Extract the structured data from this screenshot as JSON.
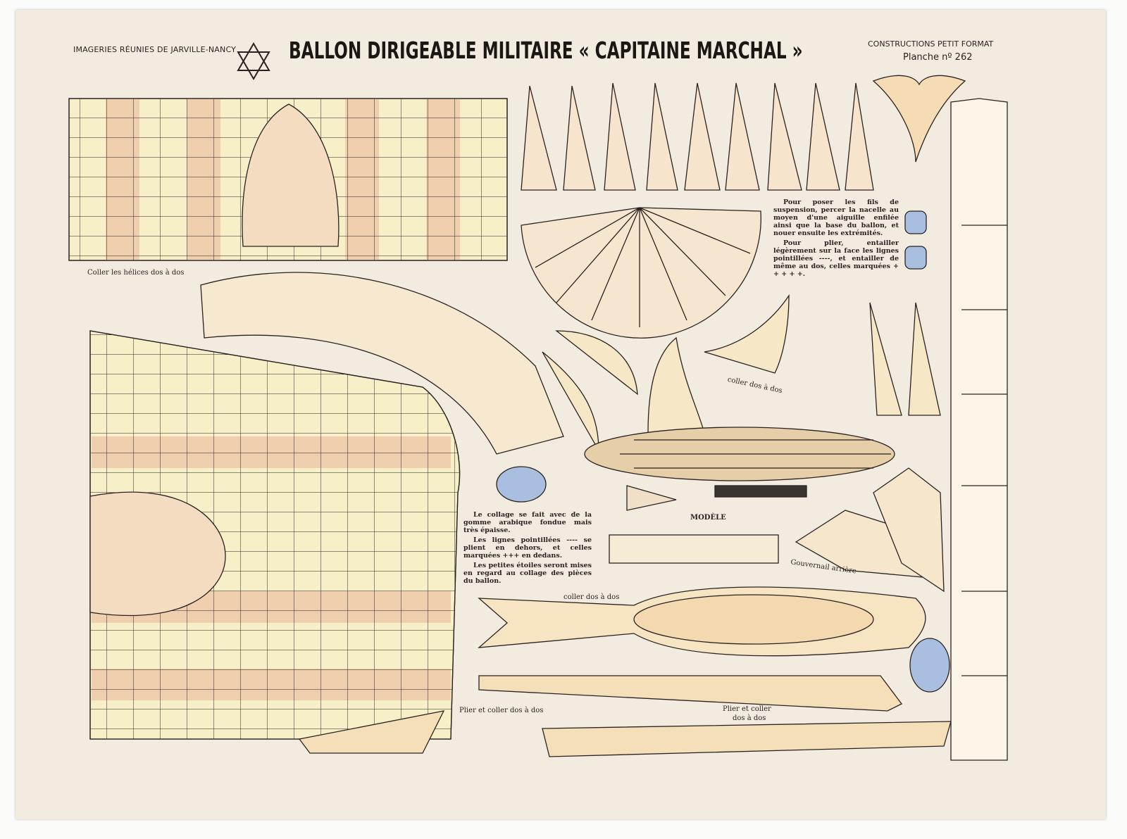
{
  "header": {
    "publisher": "Imageries Réunies de Jarville-Nancy",
    "title": "BALLON DIRIGEABLE MILITAIRE « CAPITAINE MARCHAL »",
    "series": "CONSTRUCTIONS PETIT FORMAT",
    "plate": "Planche nº 262",
    "logo": "star-emblem-icon"
  },
  "instructions": {
    "suspension": [
      "Pour poser les fils de suspension, percer la nacelle au moyen d'une aiguille enfilée ainsi que la base du ballon, et nouer ensuite les extrémités.",
      "Pour plier, entailler légèrement sur la face les lignes pointillées ----, et entailler de même au dos, celles marquées + + + + +."
    ],
    "gluing": [
      "Le collage se fait avec de la gomme arabique fondue mais très épaisse.",
      "Les lignes pointillées ---- se plient en dehors, et celles marquées +++ en dedans.",
      "Les petites étoiles seront mises en regard au collage des pièces du ballon."
    ]
  },
  "labels": {
    "propellers": "Coller les hélices dos à dos",
    "fins_glue": "coller dos à dos",
    "model": "MODÈLE",
    "rudder": "Gouvernail arrière",
    "hull_glue": "coller dos à dos",
    "fold_glue_left": "Plier et coller dos à dos",
    "fold_glue_right_1": "Plier et coller",
    "fold_glue_right_2": "dos à dos"
  },
  "colors": {
    "paper": "#f2ece0",
    "yellow_wash": "#f6ecc0",
    "pink_wash": "#f0c9a8",
    "blue_wash": "#a9bfe0",
    "ink": "#2a2220"
  }
}
